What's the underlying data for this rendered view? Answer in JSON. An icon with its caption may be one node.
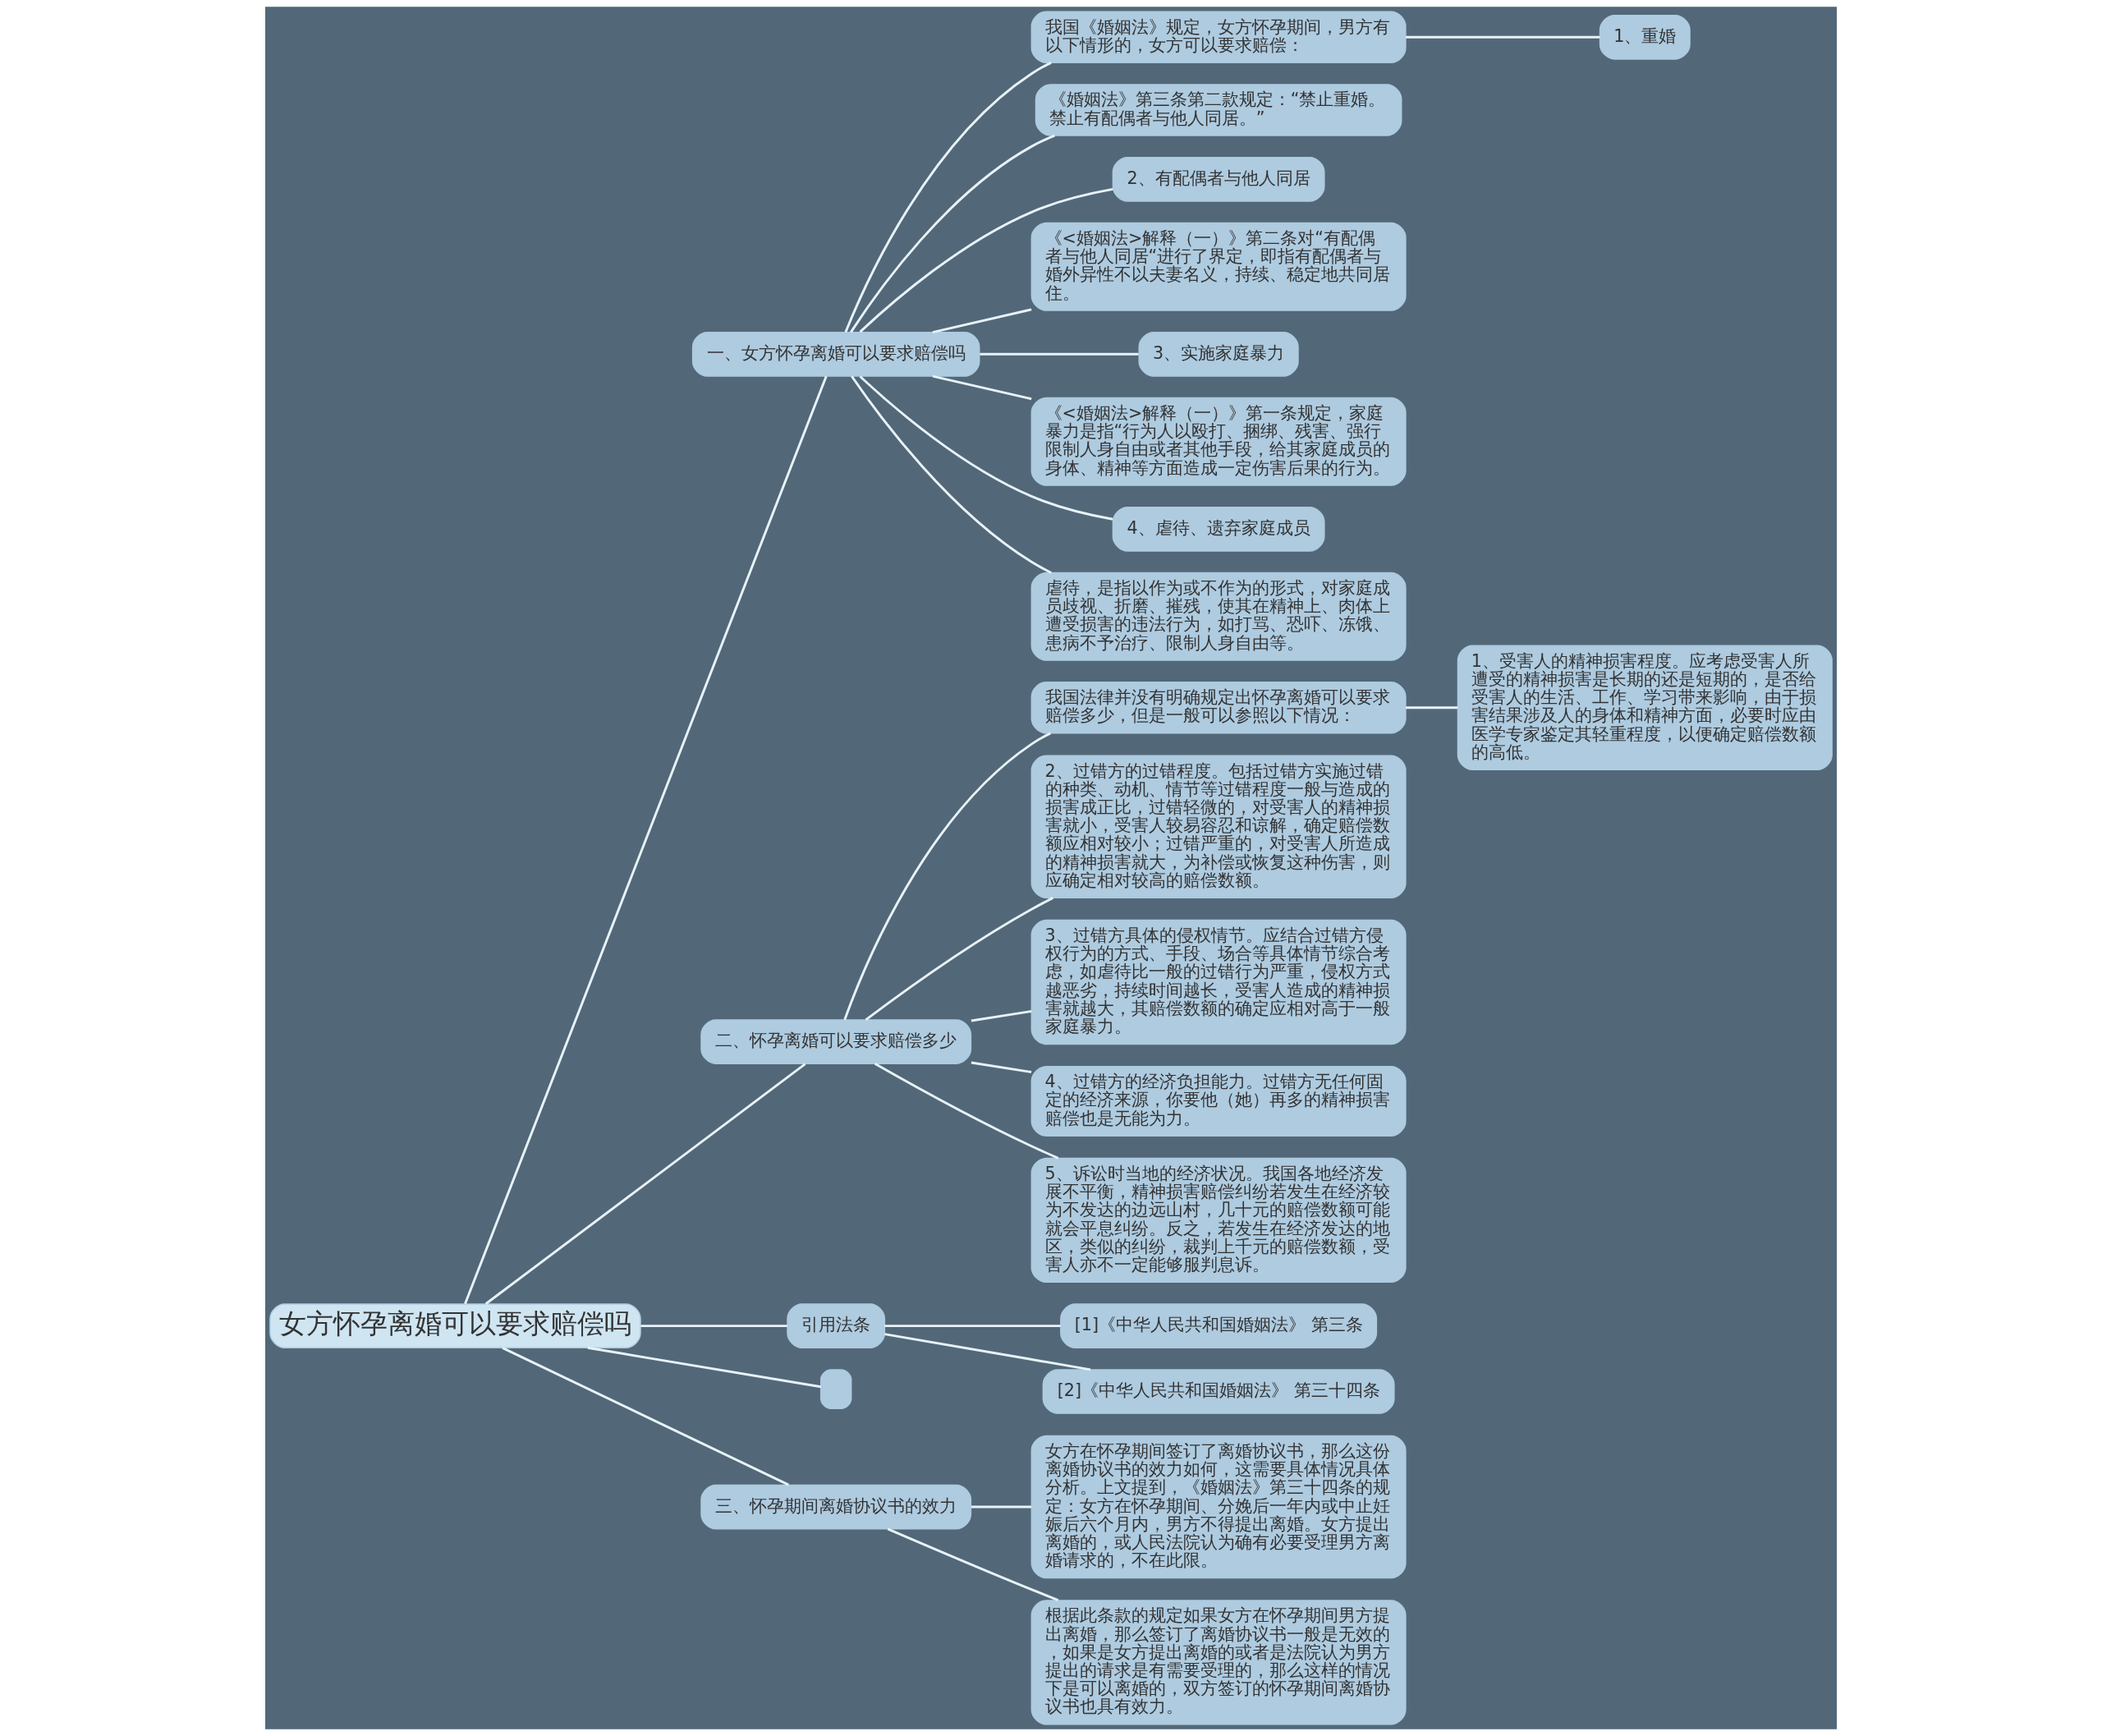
{
  "diagram": {
    "nodes": [
      {
        "text": [
          "女方怀孕离婚可以要求赔偿吗"
        ]
      },
      {
        "text": [
          "一、女方怀孕离婚可以要求赔偿吗"
        ]
      },
      {
        "text": [
          "我国《婚姻法》规定，女方怀孕期间，男方有以下情形的，女方可以要求赔偿："
        ]
      },
      {
        "text": [
          "1、重婚"
        ]
      },
      {
        "text": [
          "《婚姻法》第三条第二款规定：“禁止重婚。禁止有配偶者与他人同居。”"
        ]
      },
      {
        "text": [
          "2、有配偶者与他人同居"
        ]
      },
      {
        "text": [
          "《<婚姻法>解释（一）》第二条对“有配偶者与他人同居“进行了界定，即指有配偶者与婚外异性不以夫妻名义，持续、稳定地共同居住。"
        ]
      },
      {
        "text": [
          "3、实施家庭暴力"
        ]
      },
      {
        "text": [
          "《<婚姻法>解释（一）》第一条规定，家庭暴力是指“行为人以殴打、捆绑、残害、强行限制人身自由或者其他手段，给其家庭成员的身体、精神等方面造成一定伤害后果的行为。"
        ]
      },
      {
        "text": [
          "4、虐待、遗弃家庭成员"
        ]
      },
      {
        "text": [
          "虐待，是指以作为或不作为的形式，对家庭成员歧视、折磨、摧残，使其在精神上、肉体上遭受损害的违法行为，如打骂、恐吓、冻饿、患病不予治疗、限制人身自由等。"
        ]
      },
      {
        "text": [
          "二、怀孕离婚可以要求赔偿多少"
        ]
      },
      {
        "text": [
          "我国法律并没有明确规定出怀孕离婚可以要求赔偿多少，但是一般可以参照以下情况："
        ]
      },
      {
        "text": [
          "1、受害人的精神损害程度。应考虑受害人所遭受的精神损害是长期的还是短期的，是否给受害人的生活、工作、学习带来影响，由于损害结果涉及人的身体和精神方面，必要时应由医学专家鉴定其轻重程度，以便确定赔偿数额的高低。"
        ]
      },
      {
        "text": [
          "2、过错方的过错程度。包括过错方实施过错的种类、动机、情节等过错程度一般与造成的损害成正比，过错轻微的，对受害人的精神损害就小，受害人较易容忍和谅解，确定赔偿数额应相对较小；过错严重的，对受害人所造成的精神损害就大，为补偿或恢复这种伤害，则应确定相对较高的赔偿数额。"
        ]
      },
      {
        "text": [
          "3、过错方具体的侵权情节。应结合过错方侵权行为的方式、手段、场合等具体情节综合考虑，如虐待比一般的过错行为严重，侵权方式越恶劣，持续时间越长，受害人造成的精神损害就越大，其赔偿数额的确定应相对高于一般家庭暴力。"
        ]
      },
      {
        "text": [
          "4、过错方的经济负担能力。过错方无任何固定的经济来源，你要他（她）再多的精神损害赔偿也是无能为力。"
        ]
      },
      {
        "text": [
          "5、诉讼时当地的经济状况。我国各地经济发展不平衡，精神损害赔偿纠纷若发生在经济较为不发达的边远山村，几十元的赔偿数额可能就会平息纠纷。反之，若发生在经济发达的地区，类似的纠纷，裁判上千元的赔偿数额，受害人亦不一定能够服判息诉。"
        ]
      },
      {
        "text": [
          "引用法条"
        ]
      },
      {
        "text": [
          "[1]《中华人民共和国婚姻法》 第三条"
        ]
      },
      {
        "text": [
          "[2]《中华人民共和国婚姻法》 第三十四条"
        ]
      },
      {
        "text": [],
        "shape": "box"
      },
      {
        "text": [
          "三、怀孕期间离婚协议书的效力"
        ]
      },
      {
        "text": [
          "女方在怀孕期间签订了离婚协议书，那么这份离婚协议书的效力如何，这需要具体情况具体分析。上文提到，《婚姻法》第三十四条的规定：女方在怀孕期间、分娩后一年内或中止妊娠后六个月内，男方不得提出离婚。女方提出离婚的，或人民法院认为确有必要受理男方离婚请求的，不在此限。"
        ]
      },
      {
        "text": [
          "根据此条款的规定如果女方在怀孕期间男方提出离婚，那么签订了离婚协议书一般是无效的，如果是女方提出离婚的或者是法院认为男方提出的请求是有需要受理的，那么这样的情况下是可以离婚的，双方签订的怀孕期间离婚协议书也具有效力。"
        ]
      }
    ],
    "edges": [
      {
        "from": 0,
        "to": 1,
        "arrow": "none"
      },
      {
        "from": 1,
        "to": 2,
        "arrow": "none"
      },
      {
        "from": 2,
        "to": 3,
        "arrow": "none"
      },
      {
        "from": 1,
        "to": 4,
        "arrow": "none"
      },
      {
        "from": 1,
        "to": 5,
        "arrow": "none"
      },
      {
        "from": 1,
        "to": 6,
        "arrow": "none"
      },
      {
        "from": 1,
        "to": 7,
        "arrow": "none"
      },
      {
        "from": 1,
        "to": 8,
        "arrow": "none"
      },
      {
        "from": 1,
        "to": 9,
        "arrow": "none"
      },
      {
        "from": 1,
        "to": 10,
        "arrow": "none"
      },
      {
        "from": 0,
        "to": 11,
        "arrow": "none"
      },
      {
        "from": 11,
        "to": 12,
        "arrow": "none"
      },
      {
        "from": 12,
        "to": 13,
        "arrow": "none"
      },
      {
        "from": 11,
        "to": 14,
        "arrow": "none"
      },
      {
        "from": 11,
        "to": 15,
        "arrow": "none"
      },
      {
        "from": 11,
        "to": 16,
        "arrow": "none"
      },
      {
        "from": 11,
        "to": 17,
        "arrow": "none"
      },
      {
        "from": 0,
        "to": 18,
        "arrow": "none"
      },
      {
        "from": 18,
        "to": 19,
        "arrow": "none"
      },
      {
        "from": 18,
        "to": 20,
        "arrow": "none"
      },
      {
        "from": 0,
        "to": 21,
        "arrow": "none"
      },
      {
        "from": 0,
        "to": 22,
        "arrow": "none"
      },
      {
        "from": 22,
        "to": 23,
        "arrow": "none"
      },
      {
        "from": 22,
        "to": 24,
        "arrow": "none"
      }
    ]
  }
}
